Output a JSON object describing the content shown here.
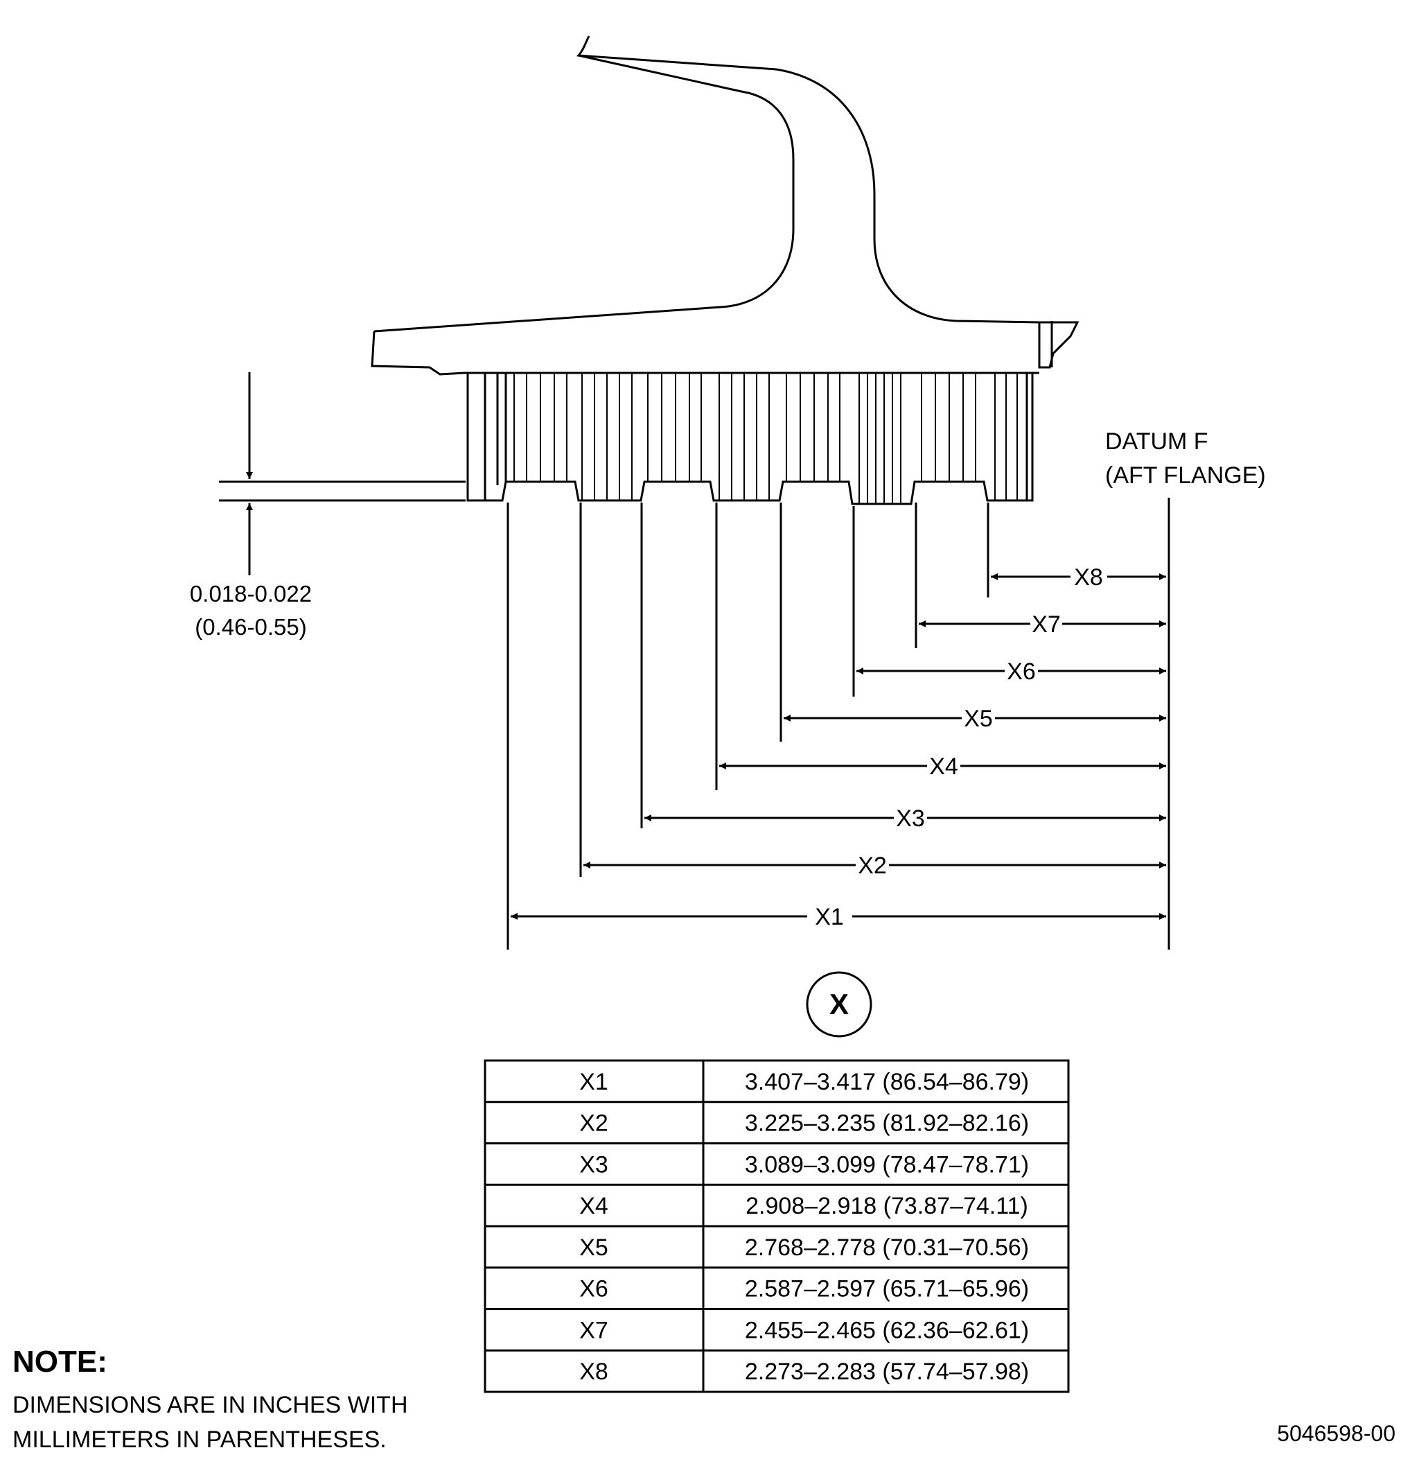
{
  "datum": {
    "line1": "DATUM F",
    "line2": "(AFT FLANGE)"
  },
  "depth_dimension": {
    "inches": "0.018-0.022",
    "mm": "(0.46-0.55)"
  },
  "callouts": [
    "X8",
    "X7",
    "X6",
    "X5",
    "X4",
    "X3",
    "X2",
    "X1"
  ],
  "detail_marker": "X",
  "table": {
    "rows": [
      {
        "label": "X1",
        "value": "3.407–3.417 (86.54–86.79)"
      },
      {
        "label": "X2",
        "value": "3.225–3.235 (81.92–82.16)"
      },
      {
        "label": "X3",
        "value": "3.089–3.099 (78.47–78.71)"
      },
      {
        "label": "X4",
        "value": "2.908–2.918 (73.87–74.11)"
      },
      {
        "label": "X5",
        "value": "2.768–2.778 (70.31–70.56)"
      },
      {
        "label": "X6",
        "value": "2.587–2.597 (65.71–65.96)"
      },
      {
        "label": "X7",
        "value": "2.455–2.465 (62.36–62.61)"
      },
      {
        "label": "X8",
        "value": "2.273–2.283 (57.74–57.98)"
      }
    ]
  },
  "note": {
    "title": "NOTE:",
    "line1": "DIMENSIONS ARE IN INCHES WITH",
    "line2": "MILLIMETERS IN PARENTHESES."
  },
  "drawing_number": "5046598-00"
}
